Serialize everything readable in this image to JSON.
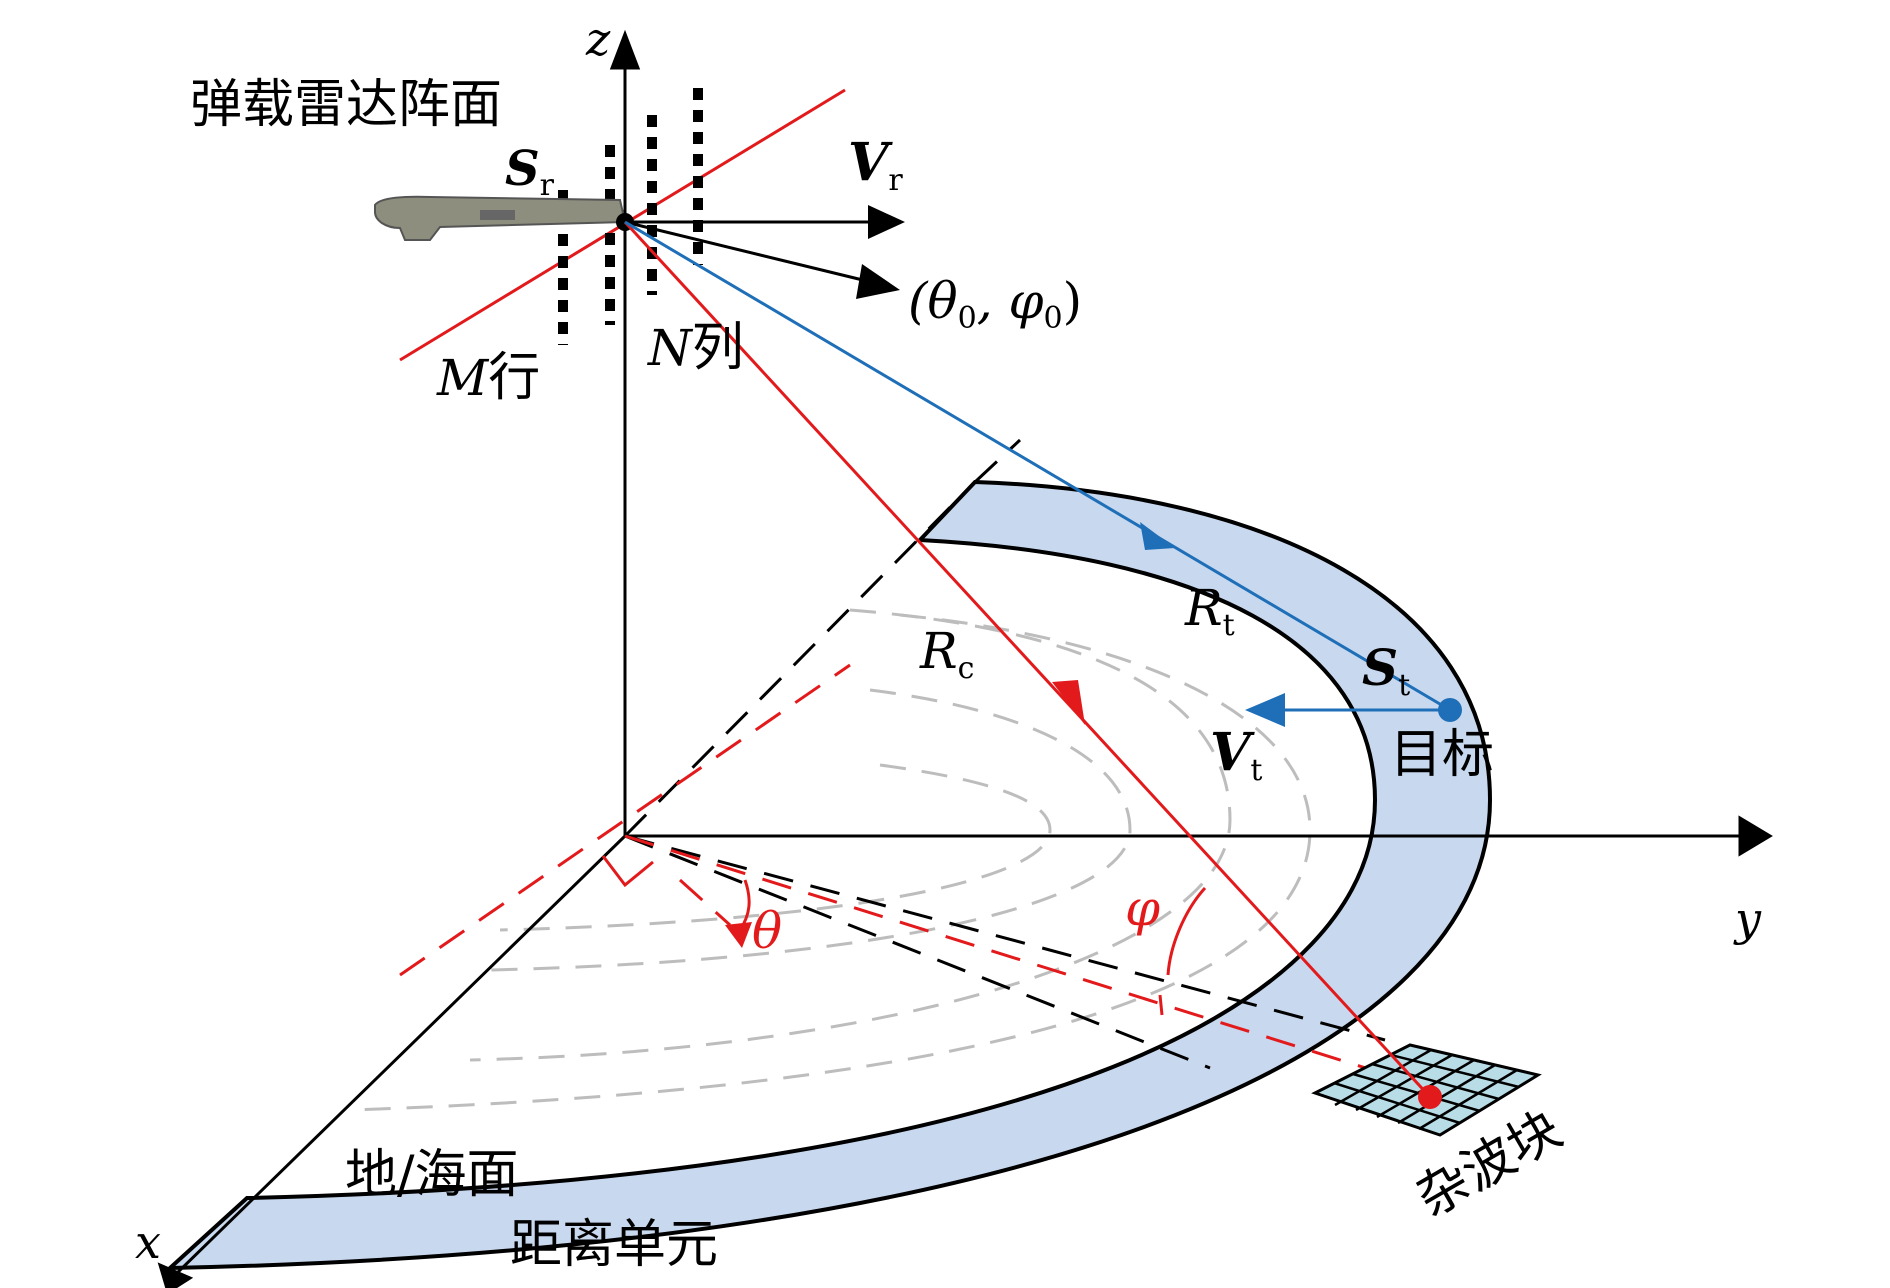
{
  "labels": {
    "radar_array": "弹载雷达阵面",
    "m_rows_var": "M",
    "m_rows_text": "行",
    "n_cols_var": "N",
    "n_cols_text": "列",
    "z_axis": "z",
    "y_axis": "y",
    "x_axis": "x",
    "s_r": "S",
    "s_r_sub": "r",
    "v_r": "V",
    "v_r_sub": "r",
    "direction": "(θ",
    "direction_sub0": "0",
    "direction_mid": ", φ",
    "direction_sub1": "0",
    "direction_end": ")",
    "r_t": "R",
    "r_t_sub": "t",
    "r_c": "R",
    "r_c_sub": "c",
    "s_t": "S",
    "s_t_sub": "t",
    "v_t": "V",
    "v_t_sub": "t",
    "target": "目标",
    "theta": "θ",
    "phi": "φ",
    "ground": "地/海面",
    "range_cell": "距离单元",
    "clutter_patch": "杂波块"
  },
  "colors": {
    "red": "#e31a1c",
    "blue": "#1f6fb8",
    "band_fill": "#c8d8ee",
    "dashed_gray": "#bdbdbd",
    "patch_fill": "#b9dde6"
  }
}
